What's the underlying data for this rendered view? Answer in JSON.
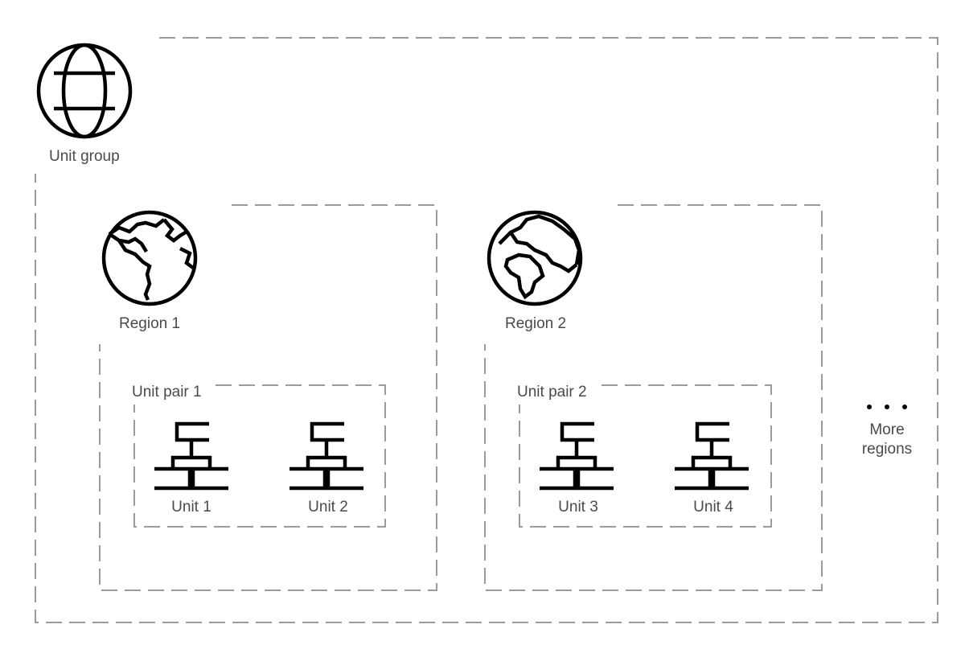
{
  "unit_group": {
    "label": "Unit group",
    "icon": "globe-icon"
  },
  "regions": [
    {
      "label": "Region 1",
      "icon": "earth-americas-icon",
      "pair": {
        "label": "Unit pair 1",
        "units": [
          "Unit 1",
          "Unit 2"
        ]
      }
    },
    {
      "label": "Region 2",
      "icon": "earth-africa-icon",
      "pair": {
        "label": "Unit pair 2",
        "units": [
          "Unit 3",
          "Unit 4"
        ]
      }
    }
  ],
  "more": {
    "dots": "• • •",
    "line1": "More",
    "line2": "regions"
  },
  "colors": {
    "border": "#9b9b9b",
    "text": "#4a4a4a",
    "icon": "#000000"
  }
}
